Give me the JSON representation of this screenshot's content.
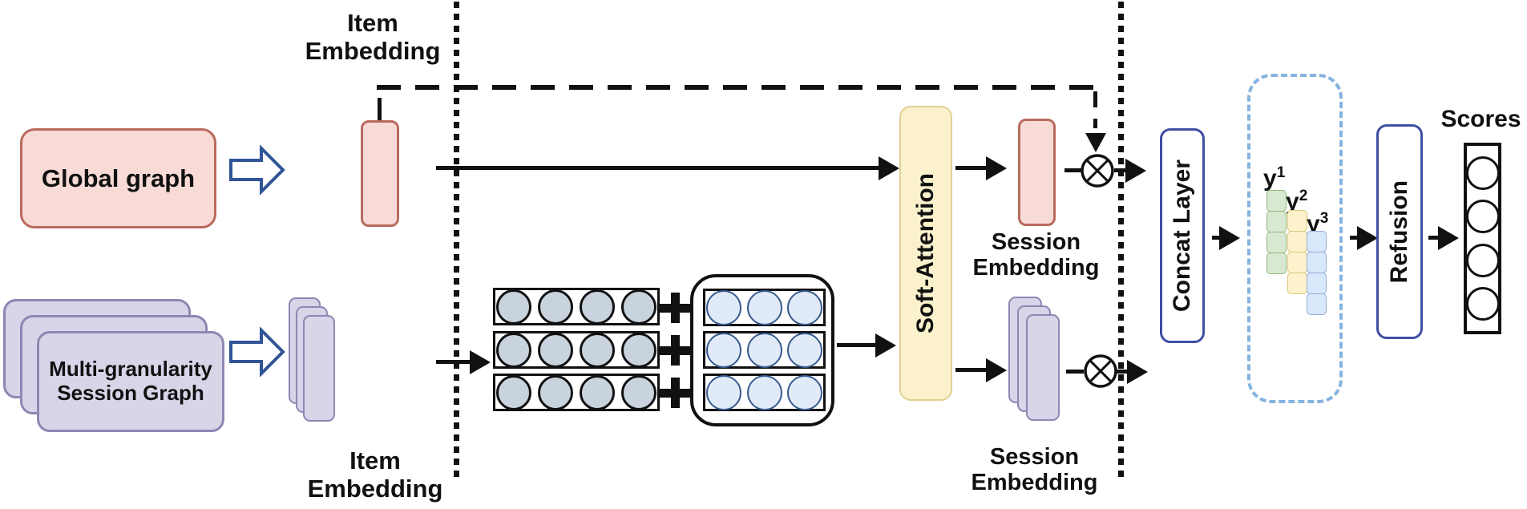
{
  "diagram": {
    "labels": {
      "item_embedding_top": "Item Embedding",
      "global_graph": "Global graph",
      "multi_granularity_session_graph": "Multi-granularity Session Graph",
      "item_embedding_bottom": "Item Embedding",
      "soft_attention": "Soft-Attention",
      "session_embedding_top": "Session Embedding",
      "session_embedding_bottom": "Session Embedding",
      "concat_layer": "Concat Layer",
      "refusion": "Refusion",
      "scores": "Scores"
    },
    "operators": {
      "add": "+",
      "multiply": "⊗"
    },
    "y_columns": [
      {
        "label_base": "y",
        "label_sup": "1",
        "cells": 4,
        "fill": "#d7e9d1",
        "border": "#93b87f"
      },
      {
        "label_base": "y",
        "label_sup": "2",
        "cells": 4,
        "fill": "#fdf2cc",
        "border": "#dcc57e"
      },
      {
        "label_base": "y",
        "label_sup": "3",
        "cells": 4,
        "fill": "#d9e7fa",
        "border": "#94aed4"
      }
    ],
    "grids": {
      "item_matrix_gray": {
        "rows": 3,
        "cols": 4
      },
      "item_matrix_blue": {
        "rows": 3,
        "cols": 3
      },
      "scores_vector": {
        "circles": 4
      }
    },
    "colors": {
      "pink_fill": "#f8dbd6",
      "pink_border": "#b96a5e",
      "purple_fill": "#d8d5e9",
      "purple_border": "#8d87b2",
      "yellow_fill": "#fbf2cd",
      "yellow_border": "#e0cf93",
      "block_arrow_outline": "#2f5597",
      "gray_circle_fill": "#c9d3de",
      "blue_circle_fill": "#e1ebf8",
      "blue_circle_border": "#36598f",
      "layer_box_border": "#3e4fa3",
      "dashed_container_border": "#85b3e0"
    }
  }
}
